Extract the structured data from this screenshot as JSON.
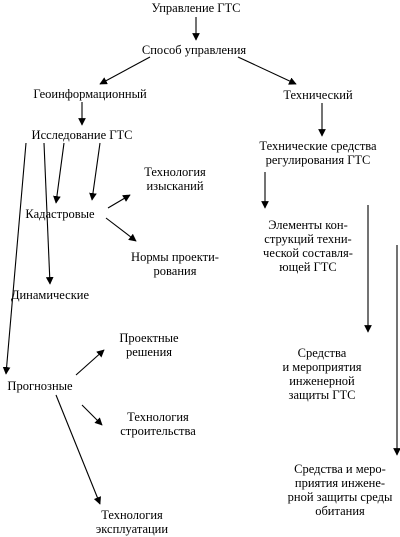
{
  "diagram": {
    "nodes": [
      {
        "id": "root",
        "lines": [
          "Управление ГТС"
        ]
      },
      {
        "id": "method",
        "lines": [
          "Способ управления"
        ]
      },
      {
        "id": "geo",
        "lines": [
          "Геоинформационный"
        ]
      },
      {
        "id": "tech",
        "lines": [
          "Технический"
        ]
      },
      {
        "id": "research",
        "lines": [
          "Исследование ГТС"
        ]
      },
      {
        "id": "tech-means",
        "lines": [
          "Технические средства",
          "регулирования ГТС"
        ]
      },
      {
        "id": "survey-tech",
        "lines": [
          "Технология",
          "изысканий"
        ]
      },
      {
        "id": "cadastral",
        "lines": [
          "Кадастровые"
        ]
      },
      {
        "id": "design-norms",
        "lines": [
          "Нормы проекти-",
          "рования"
        ]
      },
      {
        "id": "elements",
        "lines": [
          "Элементы кон-",
          "струкций техни-",
          "ческой составля-",
          "ющей ГТС"
        ]
      },
      {
        "id": "dynamic",
        "lines": [
          "Динамические"
        ]
      },
      {
        "id": "design-solutions",
        "lines": [
          "Проектные",
          "решения"
        ]
      },
      {
        "id": "eng-protection",
        "lines": [
          "Средства",
          "и мероприятия",
          "инженерной",
          "защиты ГТС"
        ]
      },
      {
        "id": "forecast",
        "lines": [
          "Прогнозные"
        ]
      },
      {
        "id": "constr-tech",
        "lines": [
          "Технология",
          "строительства"
        ]
      },
      {
        "id": "env-protection",
        "lines": [
          "Средства и меро-",
          "приятия инжене-",
          "рной защиты среды",
          "обитания"
        ]
      },
      {
        "id": "oper-tech",
        "lines": [
          "Технология",
          "эксплуатации"
        ]
      }
    ],
    "edges": [
      {
        "from": "root",
        "to": "method"
      },
      {
        "from": "method",
        "to": "geo"
      },
      {
        "from": "method",
        "to": "tech"
      },
      {
        "from": "geo",
        "to": "research"
      },
      {
        "from": "tech",
        "to": "tech-means"
      },
      {
        "from": "research",
        "to": "cadastral"
      },
      {
        "from": "research",
        "to": "dynamic"
      },
      {
        "from": "research",
        "to": "forecast"
      },
      {
        "from": "cadastral",
        "to": "survey-tech"
      },
      {
        "from": "cadastral",
        "to": "design-norms"
      },
      {
        "from": "tech-means",
        "to": "elements"
      },
      {
        "from": "elements",
        "to": "eng-protection"
      },
      {
        "from": "elements",
        "to": "env-protection"
      },
      {
        "from": "forecast",
        "to": "design-solutions"
      },
      {
        "from": "forecast",
        "to": "constr-tech"
      },
      {
        "from": "forecast",
        "to": "oper-tech"
      }
    ]
  }
}
